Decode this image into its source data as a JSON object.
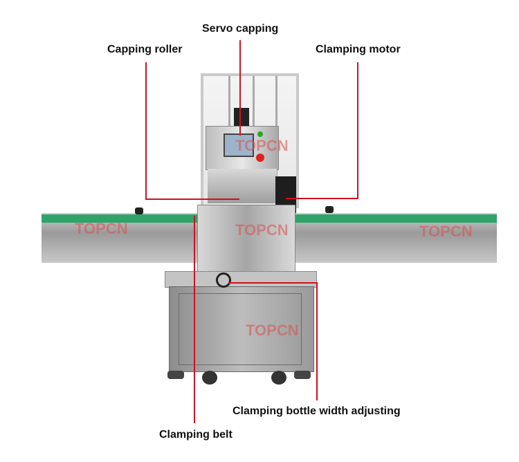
{
  "labels": {
    "servo_capping": "Servo capping",
    "capping_roller": "Capping roller",
    "clamping_motor": "Clamping motor",
    "clamping_belt": "Clamping belt",
    "clamping_bottle_width_adjusting": "Clamping bottle width adjusting"
  },
  "watermark": "TOPCN",
  "colors": {
    "leader_line": "#d0101e",
    "conveyor_belt": "#2fa36a",
    "steel": "#b8b8b8"
  }
}
